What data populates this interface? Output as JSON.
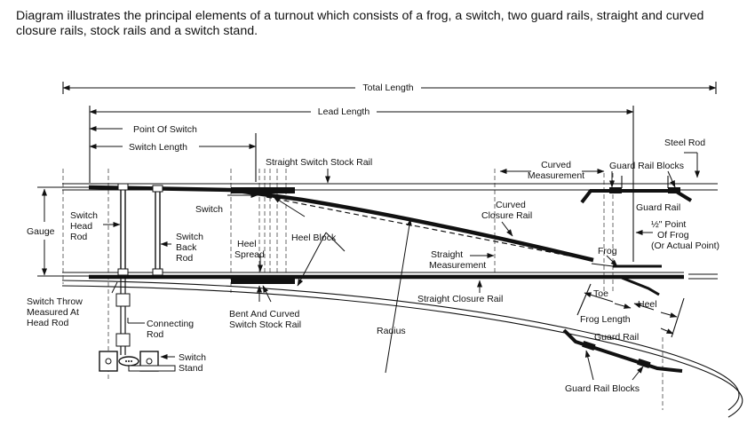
{
  "caption": "Diagram illustrates the principal elements of a turnout which consists of a frog, a switch, two guard rails, straight and curved closure rails, stock rails and a switch stand.",
  "labels": {
    "total_length": "Total Length",
    "lead_length": "Lead Length",
    "point_of_switch": "Point Of Switch",
    "switch_length": "Switch Length",
    "straight_switch_stock_rail": "Straight Switch Stock Rail",
    "curved_measurement_1": "Curved",
    "curved_measurement_2": "Measurement",
    "guard_rail_blocks_top": "Guard Rail Blocks",
    "steel_rod": "Steel Rod",
    "guard_rail_top": "Guard Rail",
    "half_point_1": "½\" Point",
    "half_point_2": "Of Frog",
    "half_point_3": "(Or Actual Point)",
    "frog": "Frog",
    "curved_closure_rail_1": "Curved",
    "curved_closure_rail_2": "Closure Rail",
    "switch": "Switch",
    "heel_block": "Heel Block",
    "heel_spread_1": "Heel",
    "heel_spread_2": "Spread",
    "gauge": "Gauge",
    "switch_head_rod_1": "Switch",
    "switch_head_rod_2": "Head",
    "switch_head_rod_3": "Rod",
    "switch_back_rod_1": "Switch",
    "switch_back_rod_2": "Back",
    "switch_back_rod_3": "Rod",
    "straight_measurement_1": "Straight",
    "straight_measurement_2": "Measurement",
    "straight_closure_rail": "Straight Closure Rail",
    "switch_throw_1": "Switch Throw",
    "switch_throw_2": "Measured At",
    "switch_throw_3": "Head Rod",
    "bent_curved_1": "Bent And Curved",
    "bent_curved_2": "Switch Stock Rail",
    "connecting_rod_1": "Connecting",
    "connecting_rod_2": "Rod",
    "switch_stand_1": "Switch",
    "switch_stand_2": "Stand",
    "radius": "Radius",
    "toe": "Toe",
    "heel": "Heel",
    "frog_length": "Frog Length",
    "guard_rail_bottom": "Guard Rail",
    "guard_rail_blocks_bottom": "Guard Rail Blocks"
  }
}
